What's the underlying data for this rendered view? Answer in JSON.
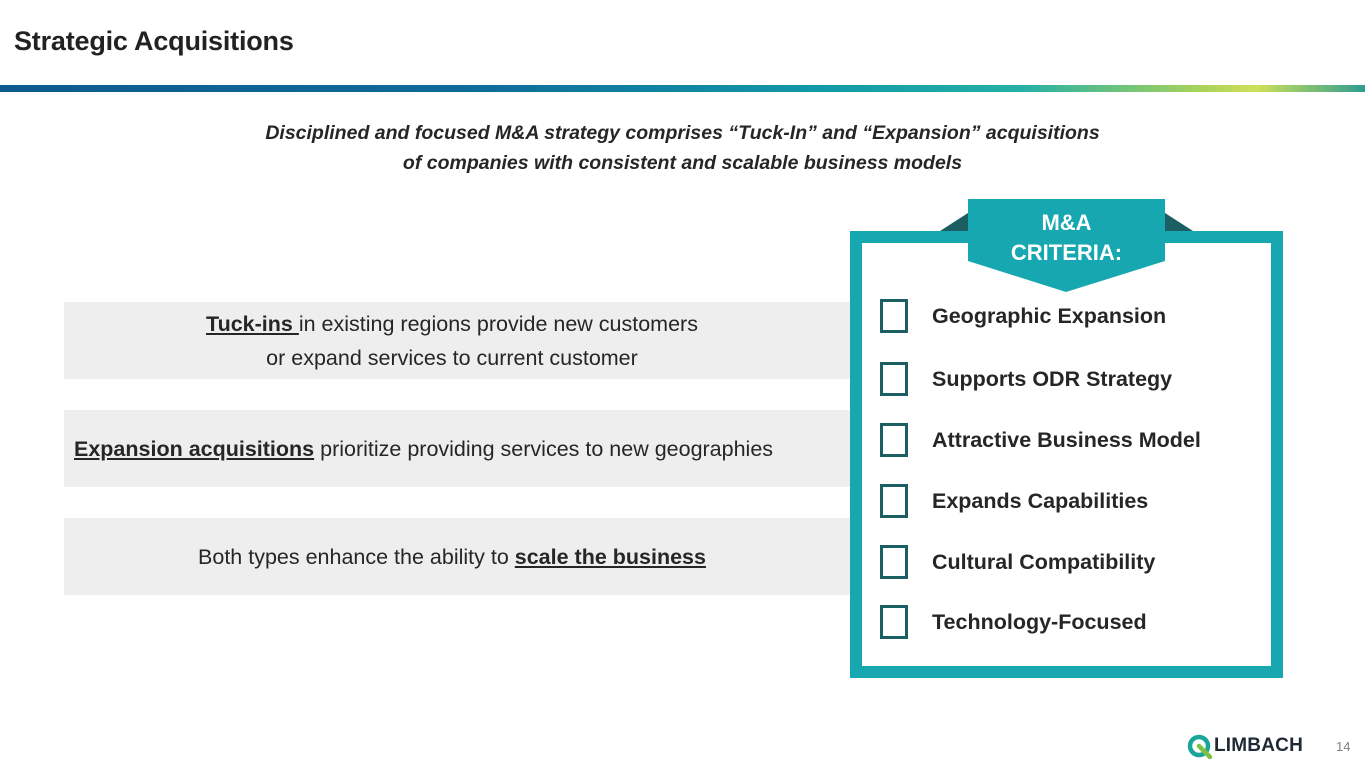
{
  "slide": {
    "title": "Strategic Acquisitions",
    "subtitle_line1": "Disciplined and focused M&A strategy comprises “Tuck-In” and “Expansion” acquisitions",
    "subtitle_line2": "of companies with consistent and scalable business models",
    "page_number": "14"
  },
  "boxes": {
    "tuckins_emph": "Tuck-ins ",
    "tuckins_rest1": "in existing regions provide new customers",
    "tuckins_rest2": "or expand services to current customer",
    "expansion_emph": "Expansion acquisitions",
    "expansion_rest": " prioritize providing services to new geographies",
    "both_prefix": "Both types enhance the ability to ",
    "both_emph": "scale the business"
  },
  "criteria": {
    "banner_line1": "M&A",
    "banner_line2": "CRITERIA:",
    "items": [
      "Geographic Expansion",
      "Supports ODR Strategy",
      "Attractive Business Model",
      "Expands Capabilities",
      "Cultural Compatibility",
      "Technology-Focused"
    ]
  },
  "logo": {
    "text": "LIMBACH",
    "icon": "limbach-logo-icon"
  },
  "colors": {
    "teal": "#17a7b0",
    "dark_teal": "#1b5f63",
    "navy": "#0d5a8f"
  }
}
